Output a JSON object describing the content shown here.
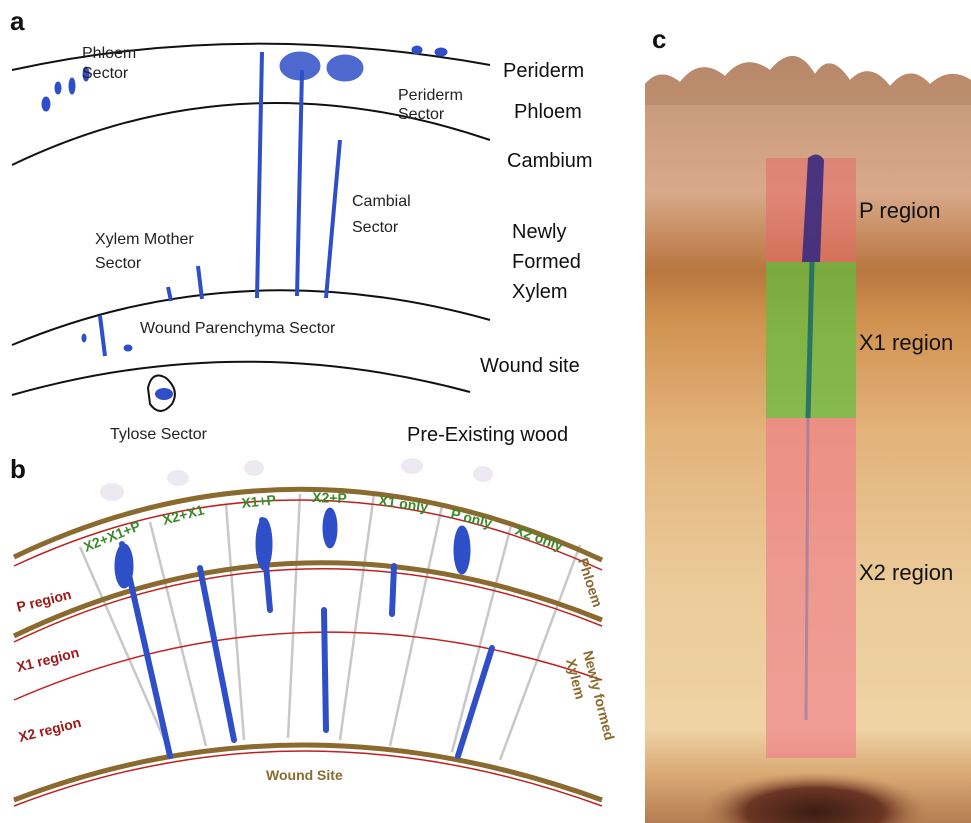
{
  "panel_a": {
    "letter": "a",
    "sector_labels": {
      "phloem_sector_1": "Phloem",
      "phloem_sector_2": "Sector",
      "periderm_sector_1": "Periderm",
      "periderm_sector_2": "Sector",
      "cambial_sector_1": "Cambial",
      "cambial_sector_2": "Sector",
      "xylem_mother_1": "Xylem Mother",
      "xylem_mother_2": "Sector",
      "wound_parenchyma": "Wound Parenchyma Sector",
      "tylose": "Tylose Sector"
    },
    "tissue_labels": {
      "periderm": "Periderm",
      "phloem": "Phloem",
      "cambium": "Cambium",
      "newly_1": "Newly",
      "newly_2": "Formed",
      "newly_3": "Xylem",
      "wound_site": "Wound site",
      "pre_existing": "Pre-Existing wood"
    }
  },
  "panel_b": {
    "letter": "b",
    "sector_labels": [
      "X2+X1+P",
      "X2+X1",
      "X1+P",
      "X2+P",
      "X1 only",
      "P only",
      "X2 only"
    ],
    "region_labels": {
      "p": "P region",
      "x1": "X1 region",
      "x2": "X2 region"
    },
    "side_labels": {
      "phloem": "Phloem",
      "newly_formed": "Newly formed",
      "xylem": "Xylem"
    },
    "wound_site": "Wound Site"
  },
  "panel_c": {
    "letter": "c",
    "region_labels": {
      "p": "P region",
      "x1": "X1 region",
      "x2": "X2 region"
    }
  },
  "colors": {
    "stain_blue": "#2f4fc8",
    "green_text": "#3a8a2a",
    "red_text": "#a01818",
    "brown": "#8a6a2e",
    "overlay_p": "#e86a6a",
    "overlay_x1": "#5fbf3f",
    "overlay_x2": "#f07a8a"
  }
}
